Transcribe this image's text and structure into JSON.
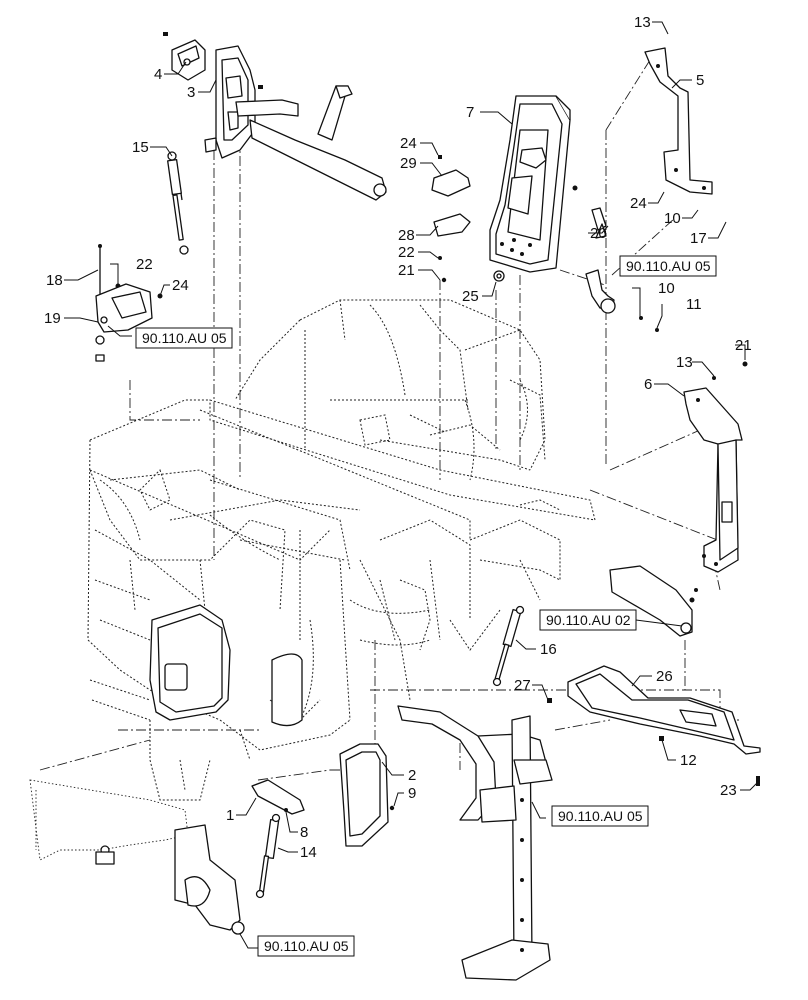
{
  "callouts": [
    {
      "id": "c13a",
      "text": "13"
    },
    {
      "id": "c4",
      "text": "4"
    },
    {
      "id": "c3",
      "text": "3"
    },
    {
      "id": "c5",
      "text": "5"
    },
    {
      "id": "c7",
      "text": "7"
    },
    {
      "id": "c15",
      "text": "15"
    },
    {
      "id": "c24a",
      "text": "24"
    },
    {
      "id": "c29",
      "text": "29"
    },
    {
      "id": "c24b",
      "text": "24"
    },
    {
      "id": "c10a",
      "text": "10"
    },
    {
      "id": "c17",
      "text": "17"
    },
    {
      "id": "c28",
      "text": "28"
    },
    {
      "id": "c20",
      "text": "20"
    },
    {
      "id": "c22a",
      "text": "22"
    },
    {
      "id": "c21a",
      "text": "21"
    },
    {
      "id": "c18",
      "text": "18"
    },
    {
      "id": "c22b",
      "text": "22"
    },
    {
      "id": "c24c",
      "text": "24"
    },
    {
      "id": "c25",
      "text": "25"
    },
    {
      "id": "c10b",
      "text": "10"
    },
    {
      "id": "c11",
      "text": "11"
    },
    {
      "id": "c19",
      "text": "19"
    },
    {
      "id": "c21b",
      "text": "21"
    },
    {
      "id": "c13b",
      "text": "13"
    },
    {
      "id": "c6",
      "text": "6"
    },
    {
      "id": "c16",
      "text": "16"
    },
    {
      "id": "c26",
      "text": "26"
    },
    {
      "id": "c27",
      "text": "27"
    },
    {
      "id": "c12",
      "text": "12"
    },
    {
      "id": "c23",
      "text": "23"
    },
    {
      "id": "c2",
      "text": "2"
    },
    {
      "id": "c9",
      "text": "9"
    },
    {
      "id": "c1",
      "text": "1"
    },
    {
      "id": "c8",
      "text": "8"
    },
    {
      "id": "c14",
      "text": "14"
    }
  ],
  "references": [
    {
      "id": "r1",
      "text": "90.110.AU 05"
    },
    {
      "id": "r2",
      "text": "90.110.AU 05"
    },
    {
      "id": "r3",
      "text": "90.110.AU 02"
    },
    {
      "id": "r4",
      "text": "90.110.AU 05"
    },
    {
      "id": "r5",
      "text": "90.110.AU 05"
    }
  ]
}
